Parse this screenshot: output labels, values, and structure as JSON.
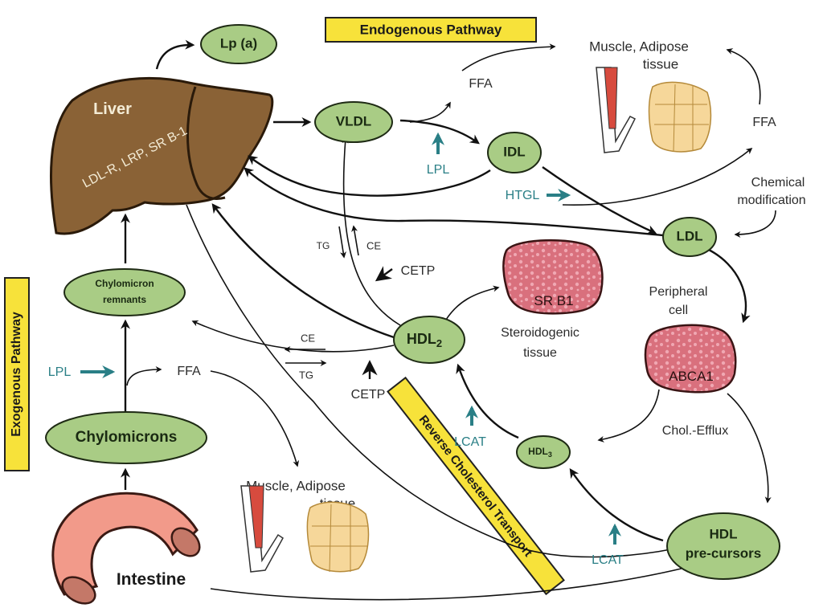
{
  "banners": {
    "endogenous": "Endogenous Pathway",
    "exogenous": "Exogenous Pathway",
    "reverse": "Reverse Cholesterol Transport"
  },
  "organs": {
    "liver": {
      "title": "Liver",
      "receptors": "LDL-R, LRP, SR B-1"
    },
    "intestine": "Intestine",
    "steroidogenic": {
      "receptor": "SR B1",
      "label_line1": "Steroidogenic",
      "label_line2": "tissue"
    },
    "peripheral": {
      "label_line1": "Peripheral",
      "label_line2": "cell",
      "receptor": "ABCA1"
    }
  },
  "lipoproteins": {
    "lpa": "Lp (a)",
    "vldl": "VLDL",
    "idl": "IDL",
    "ldl": "LDL",
    "hdl2_base": "HDL",
    "hdl2_sub": "2",
    "hdl3_base": "HDL",
    "hdl3_sub": "3",
    "hdl_pre_line1": "HDL",
    "hdl_pre_line2": "pre-cursors",
    "chylo_remnants_line1": "Chylomicron",
    "chylo_remnants_line2": "remnants",
    "chylomicrons": "Chylomicrons"
  },
  "labels": {
    "ffa_top": "FFA",
    "ffa_right": "FFA",
    "ffa_left": "FFA",
    "muscle_top_line1": "Muscle, Adipose",
    "muscle_top_line2": "tissue",
    "muscle_bottom_line1": "Muscle, Adipose",
    "muscle_bottom_line2": "tissue",
    "chem_mod_line1": "Chemical",
    "chem_mod_line2": "modification",
    "tg_upper": "TG",
    "ce_upper": "CE",
    "cetp_upper": "CETP",
    "ce_lower": "CE",
    "tg_lower": "TG",
    "cetp_lower": "CETP",
    "chol_efflux": "Chol.-Efflux"
  },
  "enzymes": {
    "lpl_top": "LPL",
    "htgl": "HTGL",
    "lpl_left": "LPL",
    "lcat_upper": "LCAT",
    "lcat_lower": "LCAT"
  },
  "colors": {
    "lipoprotein_fill": "#a9cc85",
    "liver_fill": "#8a6236",
    "tissue_fill": "#d9707d",
    "intestine_fill": "#f29a8a",
    "banner_fill": "#f7e23a",
    "enzyme_color": "#2a7f86",
    "adipose_fill": "#f6d79a"
  }
}
